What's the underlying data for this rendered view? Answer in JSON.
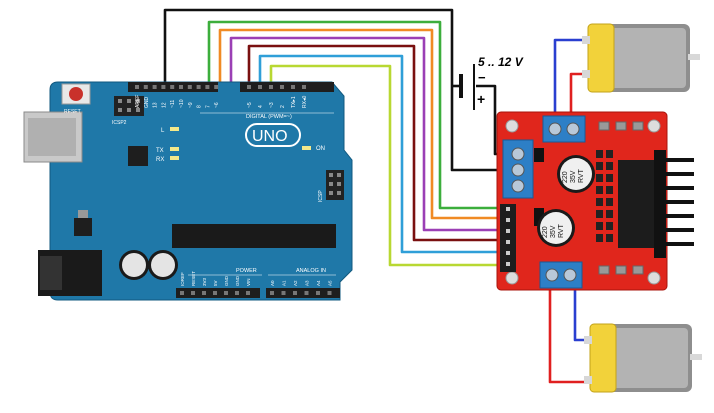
{
  "power": {
    "voltage_label": "5 .. 12 V",
    "minus": "−",
    "plus": "+"
  },
  "arduino": {
    "logo": "UNO",
    "reset_label": "RESET",
    "icsp2_label": "ICSP2",
    "icsp_label": "ICSP",
    "digital_label": "DIGITAL (PWM=~)",
    "analog_label": "ANALOG IN",
    "power_label": "POWER",
    "led_l": "L",
    "led_tx": "TX",
    "led_rx": "RX",
    "on_label": "ON",
    "top_pins": [
      "AREF",
      "GND",
      "13",
      "12",
      "~11",
      "~10",
      "~9",
      "8",
      "7",
      "~6",
      "~5",
      "4",
      "~3",
      "2",
      "TX▸1",
      "RX◂0"
    ],
    "power_pins": [
      "IOREF",
      "RESET",
      "3V3",
      "5V",
      "GND",
      "GND",
      "VIN"
    ],
    "analog_pins": [
      "A0",
      "A1",
      "A2",
      "A3",
      "A4",
      "A5"
    ]
  },
  "driver": {
    "cap_labels": [
      "220",
      "35V",
      "RVT"
    ]
  },
  "colors": {
    "board": "#1f78a8",
    "driver": "#e0261c",
    "motor": "#f2d23a",
    "wire_black": "#111111",
    "wire_green": "#3cae3c",
    "wire_orange": "#f08a24",
    "wire_purple": "#9b3fb5",
    "wire_darkred": "#7a1010",
    "wire_blue": "#2f9fd8",
    "wire_lime": "#b8d832"
  }
}
